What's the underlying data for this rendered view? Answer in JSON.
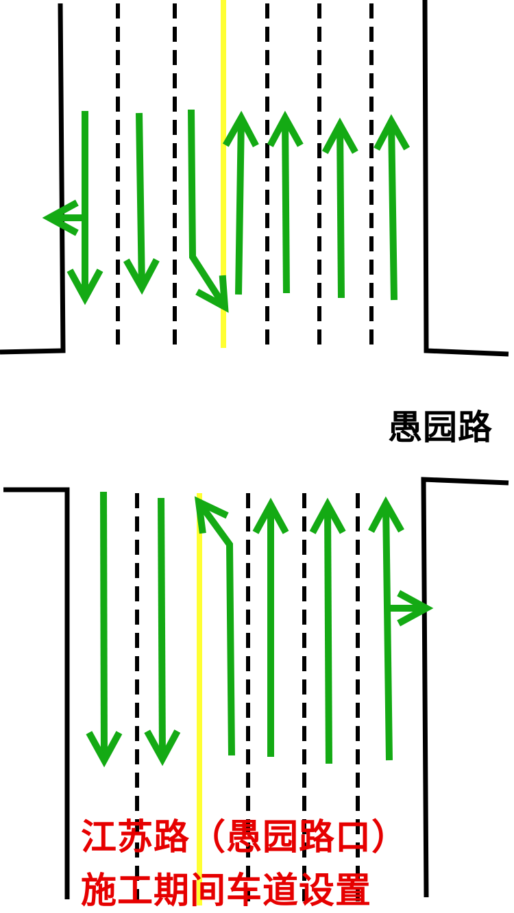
{
  "cross_road_label": "愚园路",
  "caption": {
    "line1": "江苏路（愚园路口）",
    "line2": "施工期间车道设置"
  },
  "colors": {
    "arrow": "#14aa14",
    "center_line": "#ffff33",
    "curb": "#000000",
    "caption": "#e60000"
  },
  "icons": [
    "straight-arrow",
    "left-turn-arrow",
    "right-turn-arrow",
    "u-turn-arrow"
  ]
}
